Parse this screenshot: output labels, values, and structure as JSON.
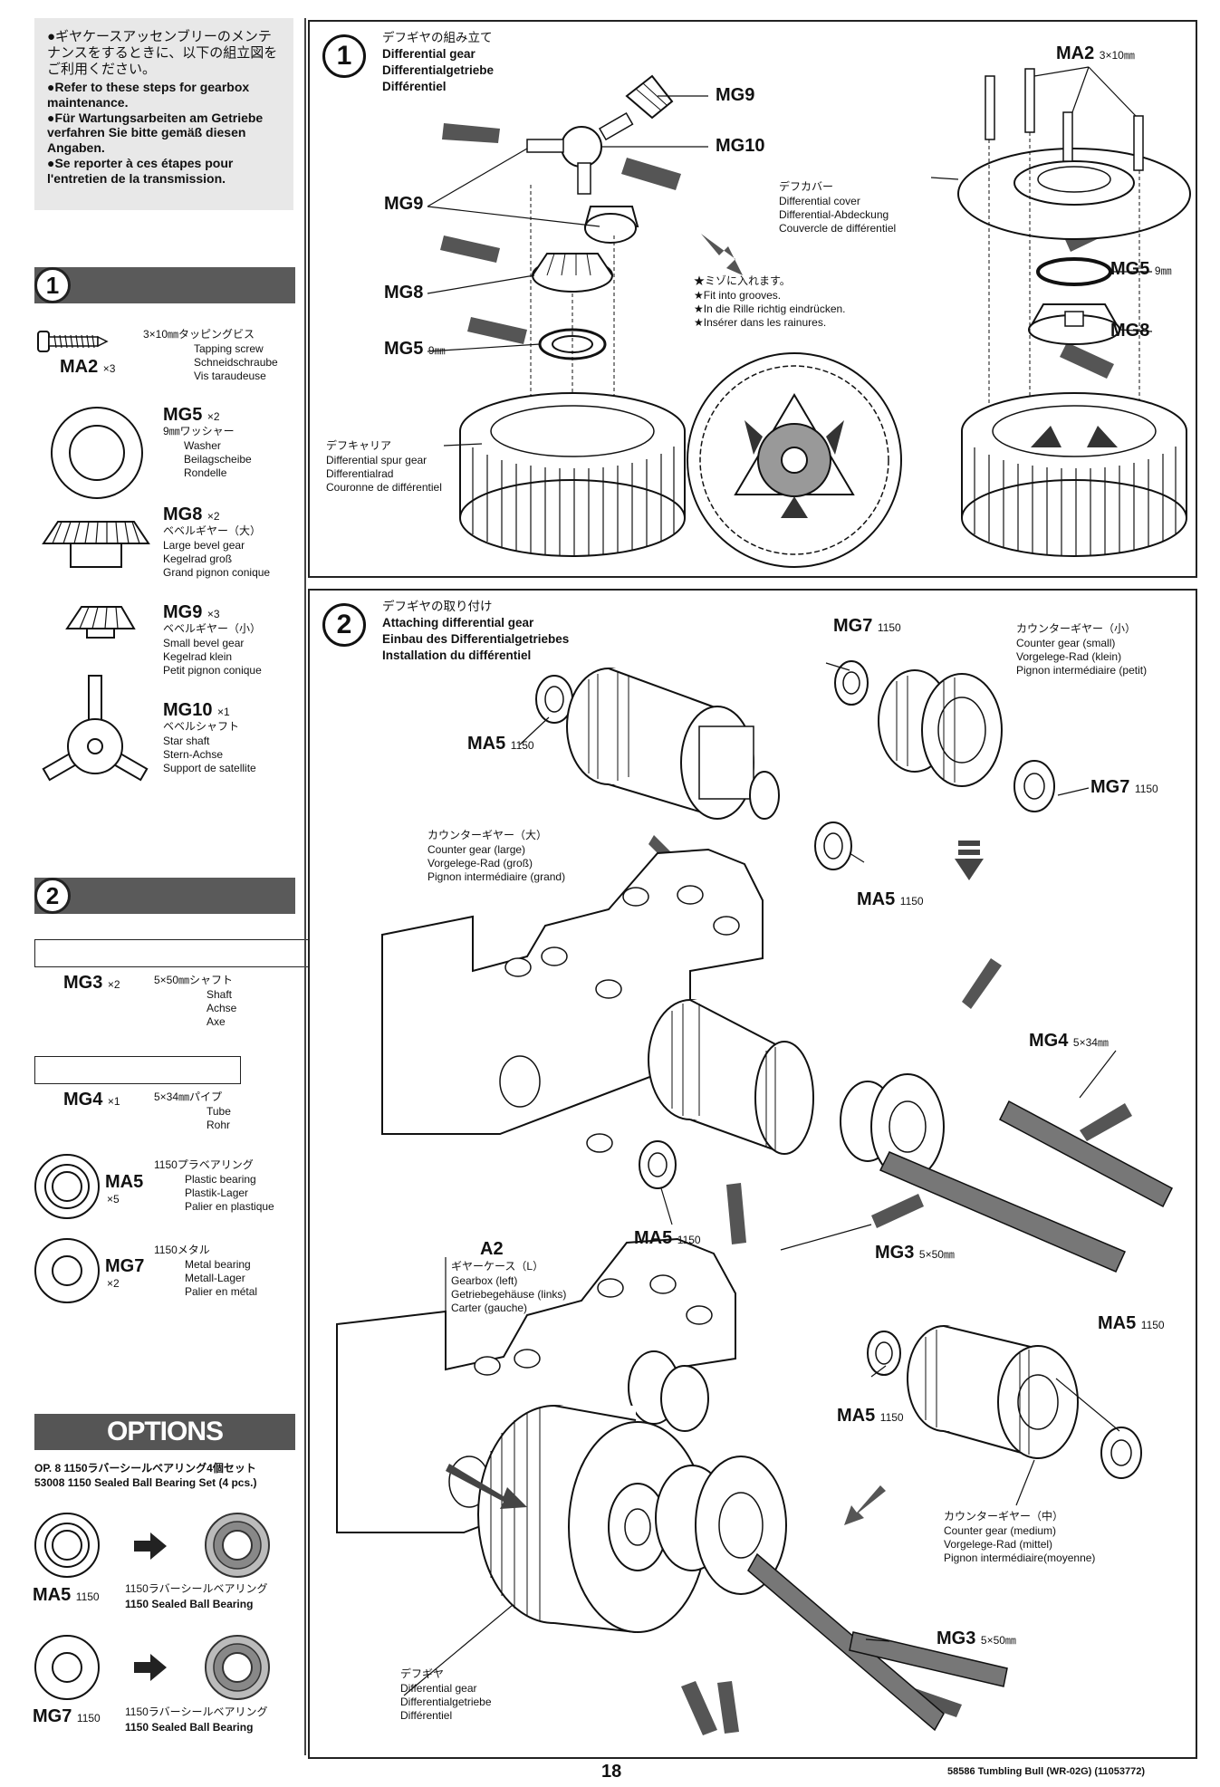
{
  "intro_note": {
    "jp": "●ギヤケースアッセンブリーのメンテナンスをするときに、以下の組立図をご利用ください。",
    "en": "●Refer to these steps for gearbox maintenance.",
    "de": "●Für Wartungsarbeiten am Getriebe verfahren Sie bitte gemäß diesen Angaben.",
    "fr": "●Se reporter à ces étapes pour l'entretien de la transmission."
  },
  "sidebar": {
    "step1_num": "1",
    "step2_num": "2",
    "ma2": {
      "code": "MA2",
      "qty": "×3",
      "jp": "3×10㎜タッピングビス",
      "en": "Tapping screw",
      "de": "Schneidschraube",
      "fr": "Vis taraudeuse"
    },
    "mg5": {
      "code": "MG5",
      "qty": "×2",
      "jp": "9㎜ワッシャー",
      "en": "Washer",
      "de": "Beilagscheibe",
      "fr": "Rondelle"
    },
    "mg8": {
      "code": "MG8",
      "qty": "×2",
      "jp": "ベベルギヤー（大）",
      "en": "Large bevel gear",
      "de": "Kegelrad groß",
      "fr": "Grand pignon conique"
    },
    "mg9": {
      "code": "MG9",
      "qty": "×3",
      "jp": "ベベルギヤー（小）",
      "en": "Small bevel gear",
      "de": "Kegelrad klein",
      "fr": "Petit pignon conique"
    },
    "mg10": {
      "code": "MG10",
      "qty": "×1",
      "jp": "ベベルシャフト",
      "en": "Star shaft",
      "de": "Stern-Achse",
      "fr": "Support de satellite"
    },
    "mg3": {
      "code": "MG3",
      "qty": "×2",
      "jp": "5×50㎜シャフト",
      "en": "Shaft",
      "de": "Achse",
      "fr": "Axe"
    },
    "mg4": {
      "code": "MG4",
      "qty": "×1",
      "jp": "5×34㎜パイプ",
      "en": "Tube",
      "de": "Rohr"
    },
    "ma5": {
      "code": "MA5",
      "qty": "×5",
      "jp": "1150プラベアリング",
      "en": "Plastic bearing",
      "de": "Plastik-Lager",
      "fr": "Palier en plastique"
    },
    "mg7": {
      "code": "MG7",
      "qty": "×2",
      "jp": "1150メタル",
      "en": "Metal bearing",
      "de": "Metall-Lager",
      "fr": "Palier en métal"
    }
  },
  "options": {
    "title": "OPTIONS",
    "line1": "OP. 8 1150ラバーシールベアリング4個セット",
    "line2": "53008 1150 Sealed Ball Bearing Set (4 pcs.)",
    "ma5_label": "MA5",
    "ma5_size": "1150",
    "ma5_jp": "1150ラバーシールベアリング",
    "ma5_en": "1150 Sealed Ball Bearing",
    "mg7_label": "MG7",
    "mg7_size": "1150",
    "mg7_jp": "1150ラバーシールベアリング",
    "mg7_en": "1150 Sealed Ball Bearing"
  },
  "step1": {
    "num": "1",
    "title_jp": "デフギヤの組み立て",
    "title_en": "Differential gear",
    "title_de": "Differentialgetriebe",
    "title_fr": "Différentiel",
    "mg9": "MG9",
    "mg10": "MG10",
    "mg9b": "MG9",
    "mg8": "MG8",
    "mg5": "MG5",
    "mg5_size": "9㎜",
    "carrier_jp": "デフキャリア",
    "carrier_en": "Differential spur gear",
    "carrier_de": "Differentialrad",
    "carrier_fr": "Couronne de différentiel",
    "groove_jp": "★ミゾに入れます。",
    "groove_en": "★Fit into grooves.",
    "groove_de": "★In die Rille richtig eindrücken.",
    "groove_fr": "★Insérer dans les rainures.",
    "ma2": "MA2",
    "ma2_size": "3×10㎜",
    "cover_jp": "デフカバー",
    "cover_en": "Differential cover",
    "cover_de": "Differential-Abdeckung",
    "cover_fr": "Couvercle de différentiel",
    "mg5r": "MG5",
    "mg5r_size": "9㎜",
    "mg8r": "MG8"
  },
  "step2": {
    "num": "2",
    "title_jp": "デフギヤの取り付け",
    "title_en": "Attaching differential gear",
    "title_de": "Einbau des Differentialgetriebes",
    "title_fr": "Installation du différentiel",
    "mg7a": "MG7",
    "mg7a_size": "1150",
    "cs_jp": "カウンターギヤー（小）",
    "cs_en": "Counter gear (small)",
    "cs_de": "Vorgelege-Rad (klein)",
    "cs_fr": "Pignon intermédiaire (petit)",
    "ma5a": "MA5",
    "ma5a_size": "1150",
    "mg7b": "MG7",
    "mg7b_size": "1150",
    "cl_jp": "カウンターギヤー（大）",
    "cl_en": "Counter gear (large)",
    "cl_de": "Vorgelege-Rad (groß)",
    "cl_fr": "Pignon intermédiaire (grand)",
    "ma5b": "MA5",
    "ma5b_size": "1150",
    "mg4": "MG4",
    "mg4_size": "5×34㎜",
    "ma5c": "MA5",
    "ma5c_size": "1150",
    "mg3a": "MG3",
    "mg3a_size": "5×50㎜",
    "a2": "A2",
    "gb_jp": "ギヤーケース（L）",
    "gb_en": "Gearbox (left)",
    "gb_de": "Getriebegehäuse (links)",
    "gb_fr": "Carter (gauche)",
    "ma5d": "MA5",
    "ma5d_size": "1150",
    "ma5e": "MA5",
    "ma5e_size": "1150",
    "cm_jp": "カウンターギヤー（中）",
    "cm_en": "Counter gear (medium)",
    "cm_de": "Vorgelege-Rad (mittel)",
    "cm_fr": "Pignon intermédiaire(moyenne)",
    "mg3b": "MG3",
    "mg3b_size": "5×50㎜",
    "dg_jp": "デフギヤ",
    "dg_en": "Differential gear",
    "dg_de": "Differentialgetriebe",
    "dg_fr": "Différentiel"
  },
  "footer": {
    "page": "18",
    "model": "58586 Tumbling Bull (WR-02G) (11053772)"
  }
}
